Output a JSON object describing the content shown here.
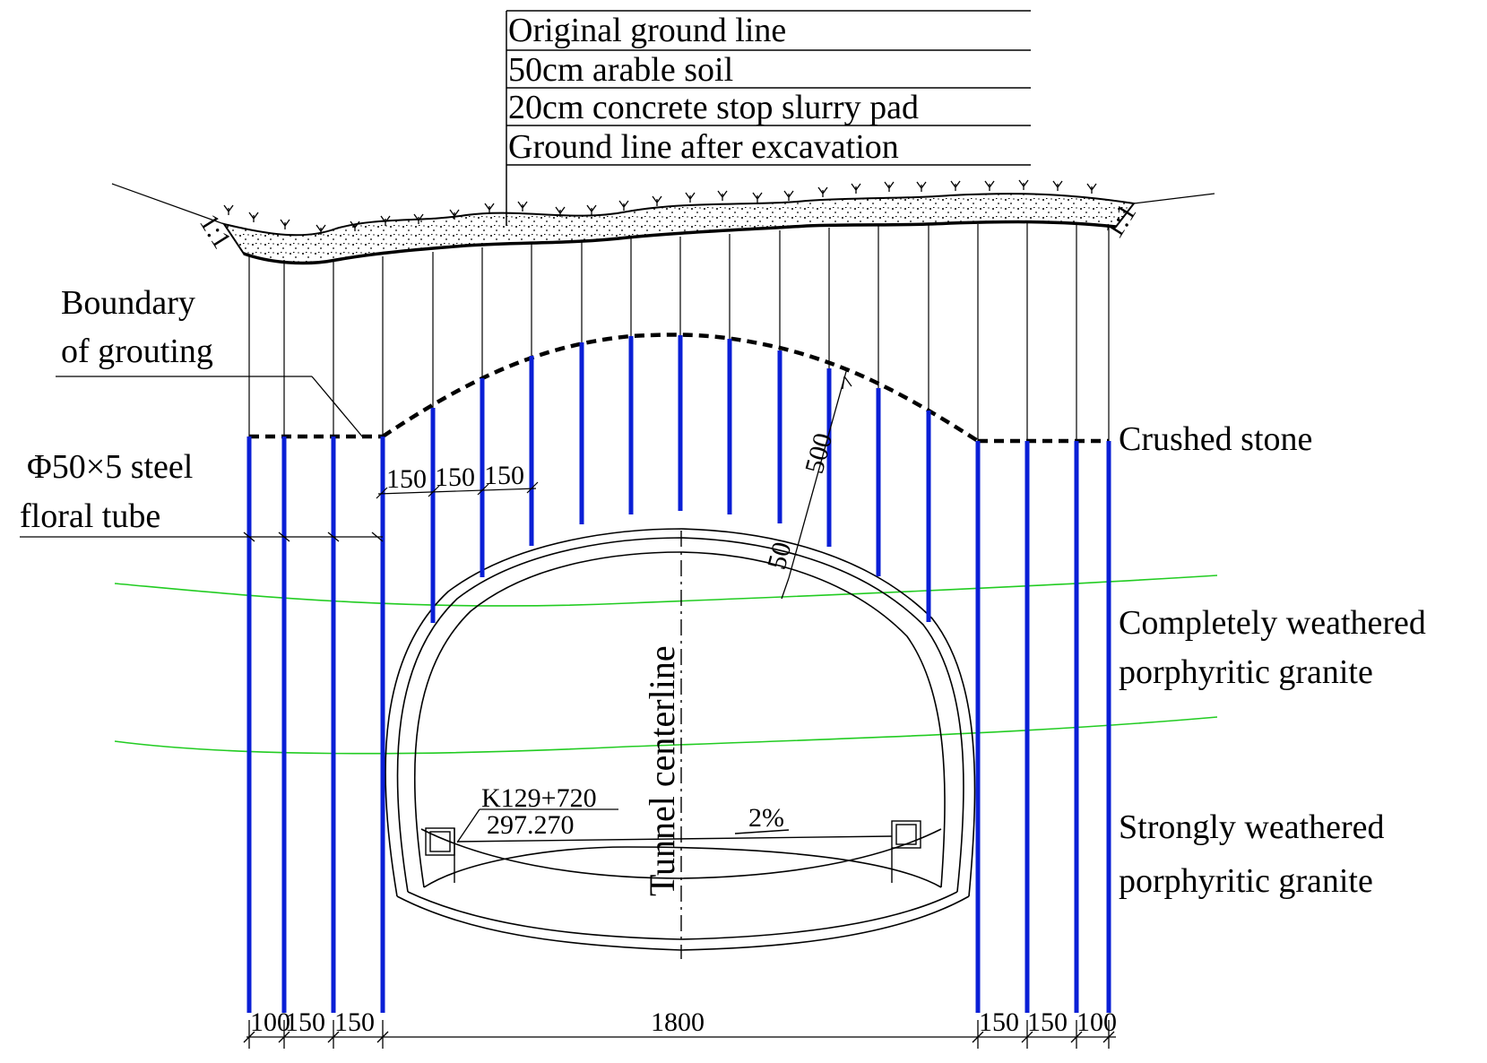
{
  "legend": {
    "rows": [
      "Original ground line",
      "50cm  arable soil",
      "20cm concrete stop slurry pad",
      "Ground line after excavation"
    ]
  },
  "labels": {
    "boundary_line1": "Boundary",
    "boundary_line2": "of grouting",
    "tube_line1": "Φ50×5 steel",
    "tube_line2": "floral tube",
    "crushed_stone": "Crushed stone",
    "cw_line1": "Completely weathered",
    "cw_line2": "porphyritic granite",
    "sw_line1": "Strongly weathered",
    "sw_line2": "porphyritic granite",
    "centerline": "Tunnel centerline",
    "station": "K129+720",
    "elevation": "297.270",
    "gradient": "2%",
    "slope_left": "1:1",
    "slope_right": "1:1"
  },
  "dimensions": {
    "bottom": [
      "100",
      "150",
      "150",
      "1800",
      "150",
      "150",
      "100"
    ],
    "top_spacing": [
      "150",
      "150",
      "150"
    ],
    "radial": "500",
    "lining": "50"
  },
  "colors": {
    "pipe": "#0a1fd6",
    "stratum": "#22cc22",
    "line": "#000000"
  }
}
